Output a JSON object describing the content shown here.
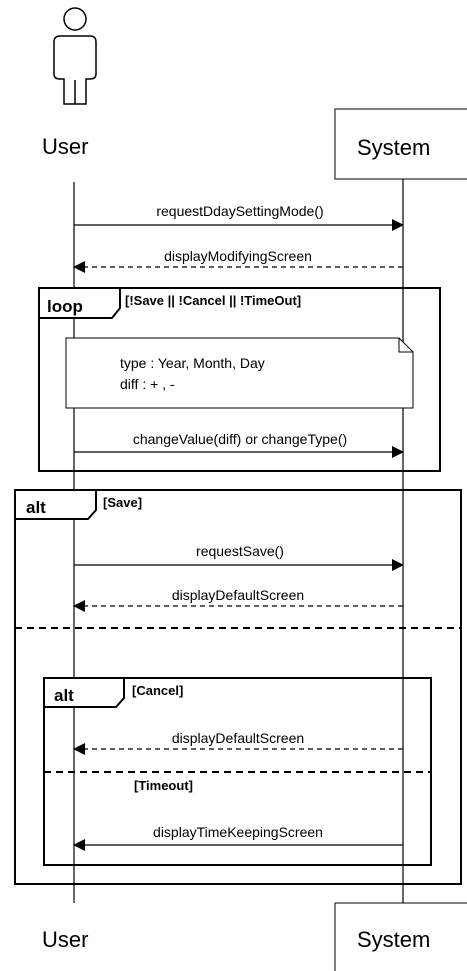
{
  "participants": {
    "user": "User",
    "system": "System"
  },
  "messages": {
    "m1": "requestDdaySettingMode()",
    "m2": "displayModifyingScreen",
    "m3": "changeValue(diff) or changeType()",
    "m4": "requestSave()",
    "m5": "displayDefaultScreen",
    "m6": "displayDefaultScreen",
    "m7": "displayTimeKeepingScreen"
  },
  "fragments": {
    "loop": {
      "keyword": "loop",
      "guard": "[!Save  || !Cancel || !TimeOut]"
    },
    "alt_outer": {
      "keyword": "alt",
      "guard": "[Save]"
    },
    "alt_inner": {
      "keyword": "alt",
      "guard_1": "[Cancel]",
      "guard_2": "[Timeout]"
    }
  },
  "note": {
    "line1": "type :  Year, Month, Day",
    "line2": "diff : + , -"
  }
}
